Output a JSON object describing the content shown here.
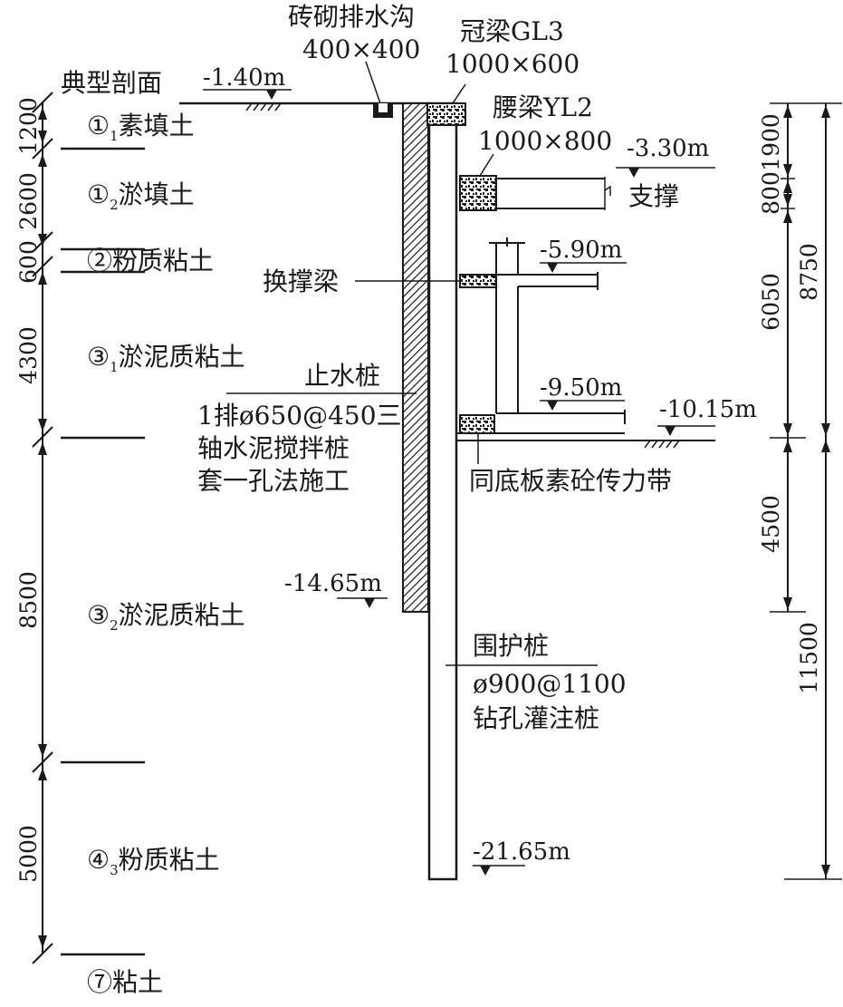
{
  "title": "典型剖面",
  "elevations": {
    "ground": "-1.40m",
    "support1": "-3.30m",
    "support2": "-5.90m",
    "support3": "-9.50m",
    "excavation_bottom": "-10.15m",
    "cutoff_pile_bottom": "-14.65m",
    "retaining_pile_bottom": "-21.65m"
  },
  "components": {
    "drain_name": "砖砌排水沟",
    "drain_size": "400×400",
    "crown_beam_name": "冠梁GL3",
    "crown_beam_size": "1000×600",
    "waist_beam_name": "腰梁YL2",
    "waist_beam_size": "1000×800",
    "strut": "支撑",
    "replacement_beam": "换撑梁",
    "cutoff_pile": {
      "name": "止水桩",
      "line1": "1排ø650@450三",
      "line2": "轴水泥搅拌桩",
      "line3": "套一孔法施工"
    },
    "transfer_band": "同底板素砼传力带",
    "retaining_pile": {
      "name": "围护桩",
      "spec": "ø900@1100",
      "type": "钻孔灌注桩"
    }
  },
  "soil_layers": [
    {
      "num": "①",
      "sub": "1",
      "name": "素填土",
      "thickness": "1200"
    },
    {
      "num": "①",
      "sub": "2",
      "name": "淤填土",
      "thickness": "2600"
    },
    {
      "num": "②",
      "sub": "",
      "name": "粉质粘土",
      "thickness": "600"
    },
    {
      "num": "③",
      "sub": "1",
      "name": "淤泥质粘土",
      "thickness": "4300"
    },
    {
      "num": "③",
      "sub": "2",
      "name": "淤泥质粘土",
      "thickness": "8500"
    },
    {
      "num": "④",
      "sub": "3",
      "name": "粉质粘土",
      "thickness": "5000"
    },
    {
      "num": "⑦",
      "sub": "",
      "name": "粘土",
      "thickness": ""
    }
  ],
  "right_dims": {
    "inner": [
      "1900",
      "800",
      "6050",
      "4500"
    ],
    "outer": [
      "8750",
      "11500"
    ]
  }
}
